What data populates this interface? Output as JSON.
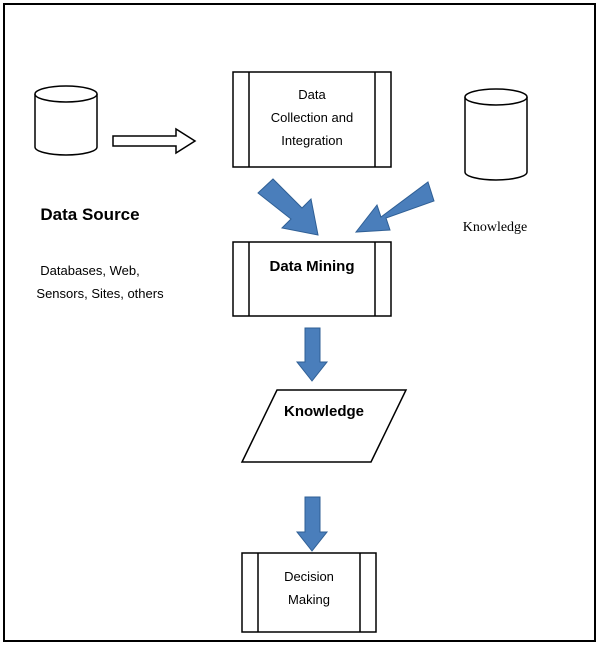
{
  "diagram": {
    "data_source": {
      "title": "Data Source",
      "line1": "Databases, Web,",
      "line2": "Sensors, Sites, others"
    },
    "collection_box": {
      "line1": "Data",
      "line2": "Collection and",
      "line3": "Integration"
    },
    "knowledge_base_label": "Knowledge",
    "mining_box": "Data Mining",
    "knowledge_output": "Knowledge",
    "decision_box": {
      "line1": "Decision",
      "line2": "Making"
    },
    "colors": {
      "arrow_fill": "#4a7ebb",
      "arrow_stroke": "#2f5f95",
      "stroke": "#000000",
      "background": "#ffffff"
    }
  }
}
